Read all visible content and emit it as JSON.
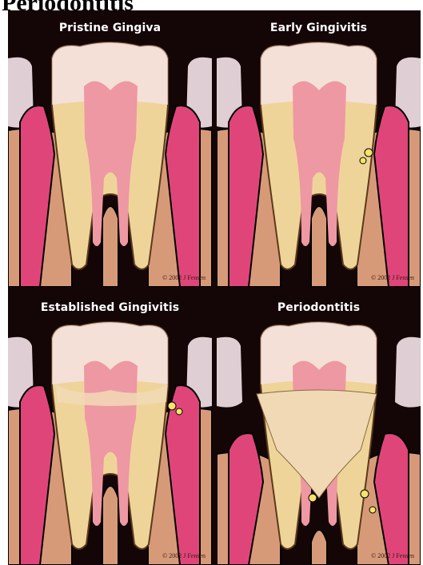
{
  "page_title": "Periodontitis",
  "colors": {
    "background": "#140606",
    "enamel": "#f5e4ea",
    "dentin": "#efd49a",
    "pulp": "#ee98a3",
    "gum": "#e0457a",
    "bone": "#d79a79",
    "plaque": "#f1d9b6"
  },
  "panels": [
    {
      "title": "Pristine Gingiva",
      "credit": "© 2002 J Fensen",
      "stage": "pristine"
    },
    {
      "title": "Early Gingivitis",
      "credit": "© 2002 J Fensen",
      "stage": "early"
    },
    {
      "title": "Established Gingivitis",
      "credit": "© 2002 J Fensen",
      "stage": "established"
    },
    {
      "title": "Periodontitis",
      "credit": "© 2002 J Fensen",
      "stage": "periodontitis"
    }
  ]
}
